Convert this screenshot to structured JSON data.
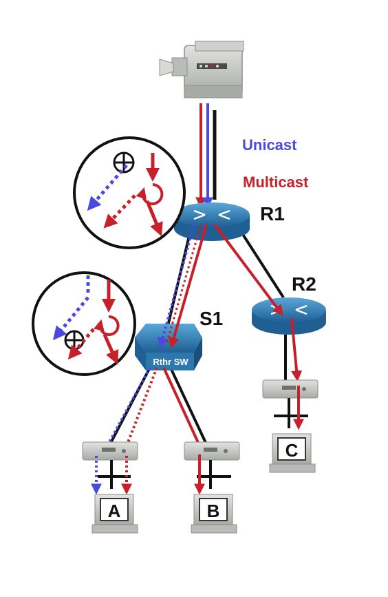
{
  "legend": {
    "unicast_label": "Unicast",
    "multicast_label": "Multicast",
    "unicast_color": "#4a4adf",
    "multicast_color": "#c8202a"
  },
  "devices": {
    "r1_label": "R1",
    "r2_label": "R2",
    "s1_label": "S1",
    "switch_text": "Rthr  SW",
    "host_a_label": "A",
    "host_b_label": "B",
    "host_c_label": "C"
  },
  "icons": [
    "video-camera-icon",
    "router-icon",
    "multilayer-switch-icon",
    "set-top-box-icon",
    "pc-icon",
    "replication-icon",
    "plus-icon"
  ],
  "colors": {
    "router_blue": "#2f7fb8",
    "line_black": "#111111",
    "device_gray": "#c9cbc8"
  }
}
